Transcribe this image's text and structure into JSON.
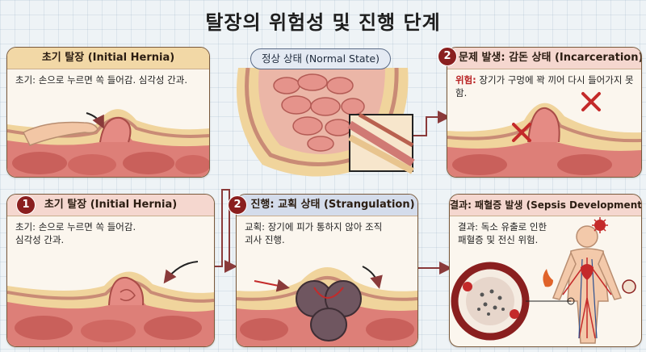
{
  "title": "탈장의 위험성 및 진행 단계",
  "panels": {
    "initial_top": {
      "title": "초기 탈장 (Initial Hernia)",
      "desc": "초기: 손으로 누르면 쏙 들어감. 심각성 간과."
    },
    "normal": {
      "label": "정상 상태 (Normal State)"
    },
    "incarceration": {
      "badge": "2",
      "title": "문제 발생: 감돈 상태 (Incarceration)",
      "desc_prefix": "위험:",
      "desc": " 장기가 구멍에 꽉 끼어 다시 들어가지 못함."
    },
    "initial_bottom": {
      "badge": "1",
      "title": "초기 탈장 (Initial Hernia)",
      "desc": "초기: 손으로 누르면 쏙 들어감.\n심각성 간과."
    },
    "strangulation": {
      "badge": "2",
      "title": "진행: 교획 상태 (Strangulation)",
      "desc": "교획: 장기에 피가 통하지 않아 조직\n괴사 진행."
    },
    "sepsis": {
      "title": "결과: 패혈증 발생 (Sepsis Development)",
      "desc": "결과: 독소 유출로 인한\n패혈증 및 전신 위험."
    }
  },
  "colors": {
    "frame": "#7a5a3c",
    "danger": "#b82222",
    "badge": "#8a1f1f",
    "connector": "#8a3a3a"
  }
}
